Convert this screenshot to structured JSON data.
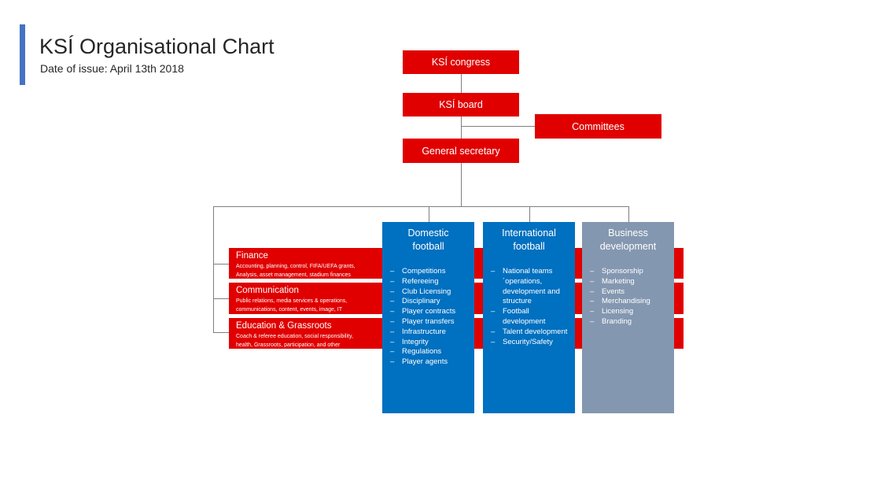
{
  "header": {
    "title": "KSÍ Organisational Chart",
    "date_line": "Date of issue:  April 13th 2018"
  },
  "nodes": {
    "congress": "KSÍ congress",
    "board": "KSÍ board",
    "committees": "Committees",
    "secretary": "General secretary"
  },
  "bands": [
    {
      "name": "Finance",
      "desc_1": "Accounting, planning, control, FIFA/UEFA grants,",
      "desc_2": "Analysis, asset management, stadium finances"
    },
    {
      "name": "Communication",
      "desc_1": "Public relations, media services & operations,",
      "desc_2": "communications, content, events, image, IT"
    },
    {
      "name": "Education & Grassroots",
      "desc_1": "Coach & referee education, social responsibility,",
      "desc_2": "health, Grassroots, participation, and other"
    }
  ],
  "columns": [
    {
      "title_1": "Domestic",
      "title_2": "football",
      "color": "#0070c0",
      "items": [
        "Competitions",
        "Refereeing",
        "Club Licensing",
        "Disciplinary",
        "Player contracts",
        "Player transfers",
        "Infrastructure",
        "Integrity",
        "Regulations",
        "Player agents"
      ]
    },
    {
      "title_1": "International",
      "title_2": "football",
      "color": "#0070c0",
      "items": [
        "National teams´operations, development and structure",
        "Football development",
        "Talent development",
        "Security/Safety"
      ]
    },
    {
      "title_1": "Business",
      "title_2": "development",
      "color": "#8497b0",
      "items": [
        "Sponsorship",
        "Marketing",
        "Events",
        "Merchandising",
        "Licensing",
        "Branding"
      ]
    }
  ],
  "colors": {
    "red": "#e00000",
    "blue": "#0070c0",
    "grey": "#8497b0",
    "accent": "#4472c4"
  }
}
